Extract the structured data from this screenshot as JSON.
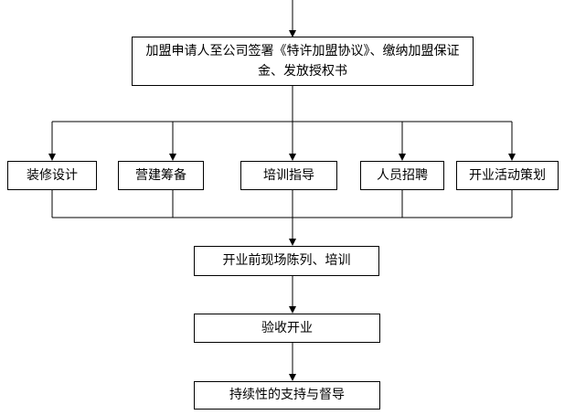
{
  "diagram": {
    "top_box": "加盟申请人至公司签署《特许加盟协议》、缴纳加盟保证金、发放授权书",
    "branches": [
      {
        "id": "decoration",
        "label": "装修设计"
      },
      {
        "id": "construction",
        "label": "营建筹备"
      },
      {
        "id": "training",
        "label": "培训指导"
      },
      {
        "id": "recruit",
        "label": "人员招聘"
      },
      {
        "id": "opening-plan",
        "label": "开业活动策划"
      }
    ],
    "onsite": "开业前现场陈列、培训",
    "acceptance": "验收开业",
    "support": "持续性的支持与督导"
  }
}
